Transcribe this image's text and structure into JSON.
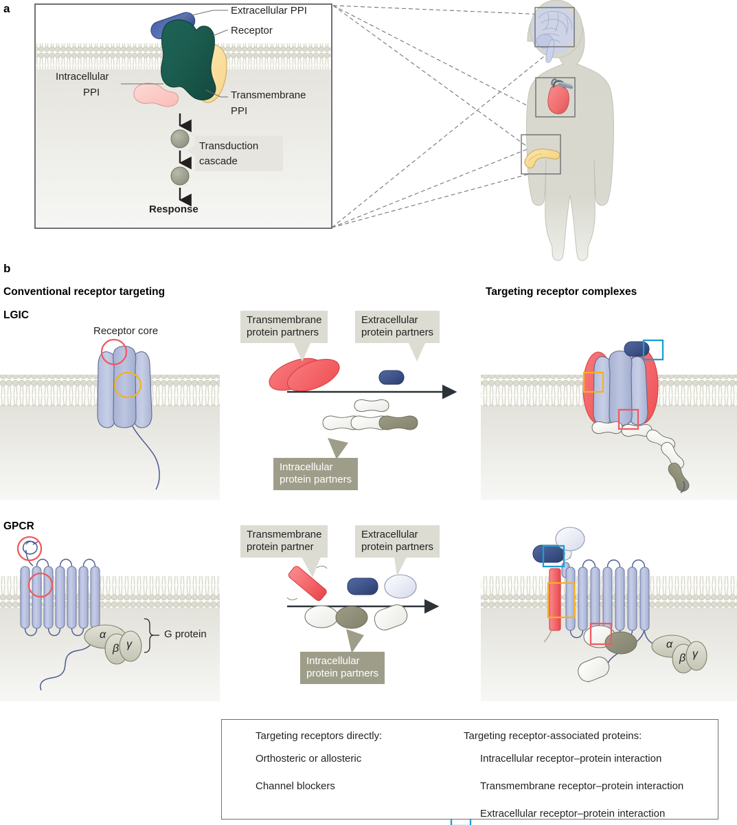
{
  "figure": {
    "panels": [
      {
        "letter": "a"
      },
      {
        "letter": "b"
      }
    ]
  },
  "panel_a": {
    "letter": "a",
    "labels": {
      "extracellular_ppi": "Extracellular PPI",
      "receptor": "Receptor",
      "intracellular_ppi_line1": "Intracellular",
      "intracellular_ppi_line2": "PPI",
      "transmembrane_ppi_line1": "Transmembrane",
      "transmembrane_ppi_line2": "PPI",
      "transduction_line1": "Transduction",
      "transduction_line2": "cascade",
      "response": "Response"
    },
    "body_organs": [
      "brain",
      "heart",
      "pancreas"
    ],
    "colors": {
      "receptor": "#1b5c4f",
      "extracellular_ppi": "#3b5496",
      "transmembrane_ppi": "#fbdf9c",
      "intracellular_ppi": "#fac7c3",
      "cascade_node": "#9a9d8b",
      "membrane_head": "#d8d8cd",
      "cytoplasm": "#e8e7e1"
    }
  },
  "panel_b": {
    "letter": "b",
    "headers": {
      "left": "Conventional receptor targeting",
      "right": "Targeting receptor complexes"
    },
    "rows": [
      {
        "id": "lgic",
        "label": "LGIC",
        "left_annotation": "Receptor core",
        "callouts": {
          "transmembrane": "Transmembrane\nprotein partners",
          "extracellular": "Extracellular\nprotein partners",
          "intracellular": "Intracellular\nprotein partners"
        },
        "callout_lines": {
          "transmembrane": [
            "Transmembrane",
            "protein partners"
          ],
          "extracellular": [
            "Extracellular",
            "protein partners"
          ],
          "intracellular": [
            "Intracellular",
            "protein partners"
          ]
        }
      },
      {
        "id": "gpcr",
        "label": "GPCR",
        "left_annotation": "G protein",
        "callouts": {
          "transmembrane": "Transmembrane\nprotein partner",
          "extracellular": "Extracellular\nprotein partners",
          "intracellular": "Intracellular\nprotein partners"
        },
        "callout_lines": {
          "transmembrane": [
            "Transmembrane",
            "protein partner"
          ],
          "extracellular": [
            "Extracellular",
            "protein partners"
          ],
          "intracellular": [
            "Intracellular",
            "protein partners"
          ]
        },
        "g_subunits": [
          "α",
          "β",
          "γ"
        ]
      }
    ]
  },
  "legend": {
    "column_left": {
      "title": "Targeting receptors directly:",
      "items": [
        {
          "marker": "circle",
          "color": "#ef5a60",
          "label": "Orthosteric or allosteric"
        },
        {
          "marker": "circle",
          "color": "#f5b024",
          "label": "Channel blockers"
        }
      ]
    },
    "column_right": {
      "title": "Targeting receptor-associated proteins:",
      "items": [
        {
          "marker": "square",
          "color": "#ef5a60",
          "label": "Intracellular receptor–protein interaction"
        },
        {
          "marker": "square",
          "color": "#f5b024",
          "label": "Transmembrane receptor–protein interaction"
        },
        {
          "marker": "square",
          "color": "#1a9ed4",
          "label": "Extracellular receptor–protein interaction"
        }
      ]
    }
  },
  "colors": {
    "red_marker": "#ef5a60",
    "orange_marker": "#f5b024",
    "blue_marker": "#1a9ed4",
    "receptor_blue": "#b9c1dd",
    "partner_red": "#f4696d",
    "partner_darkblue": "#3b5496",
    "partner_olive": "#8e8e79",
    "membrane": "#d8d8cd",
    "cytoplasm": "#e9e8e2",
    "body_silhouette": "#d5d5cb",
    "callout_light": "#dcdcd3",
    "callout_dark": "#9e9d89"
  }
}
